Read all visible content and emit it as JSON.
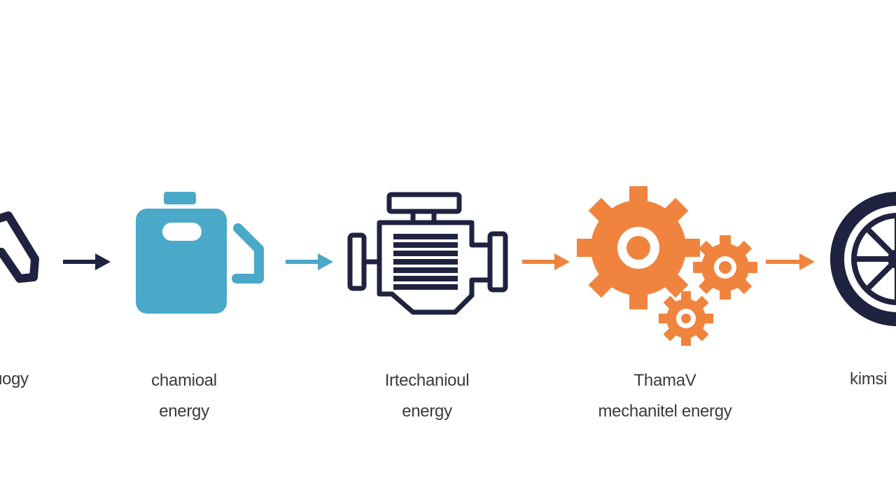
{
  "colors": {
    "navy": "#1f2340",
    "teal": "#4aa8c8",
    "orange": "#f0843e",
    "white": "#ffffff"
  },
  "steps": [
    {
      "icon": "fuel-nozzle-icon",
      "label_lines": [
        "ɴogy"
      ]
    },
    {
      "icon": "fuel-can-icon",
      "label_lines": [
        "chamioal",
        "energy"
      ]
    },
    {
      "icon": "engine-icon",
      "label_lines": [
        "Irtechanioul",
        "energy"
      ]
    },
    {
      "icon": "gears-icon",
      "label_lines": [
        "ThamaV",
        "mechanitel energy"
      ]
    },
    {
      "icon": "wheel-icon",
      "label_lines": [
        "kimsi"
      ]
    }
  ],
  "arrows": [
    {
      "color": "#1f2340"
    },
    {
      "color": "#4aa8c8"
    },
    {
      "color": "#f0843e"
    },
    {
      "color": "#f0843e"
    }
  ]
}
